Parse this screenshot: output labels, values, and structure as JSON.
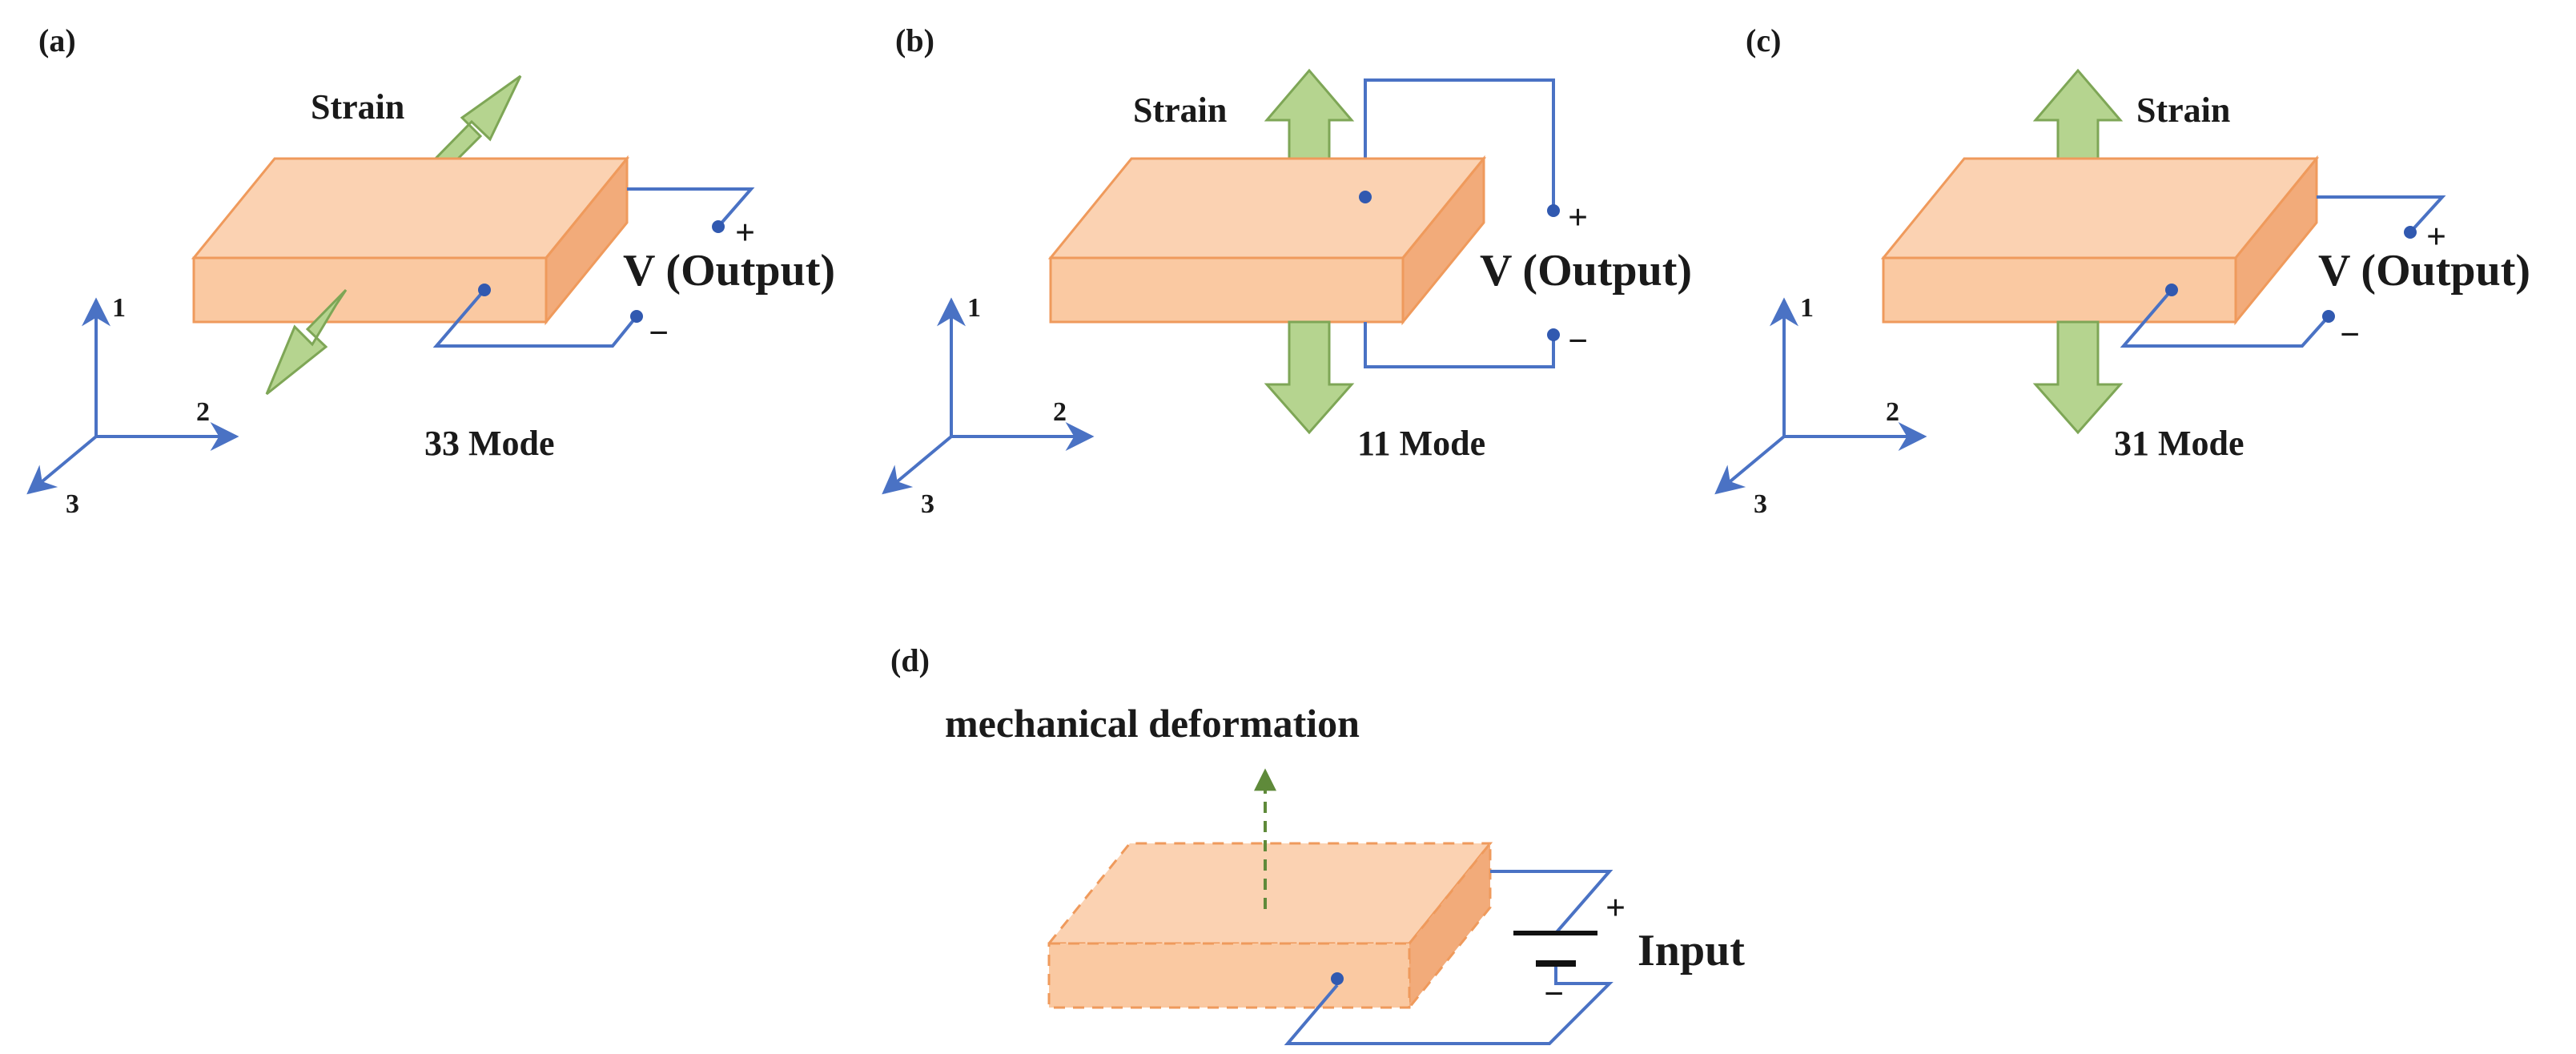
{
  "figure": {
    "colors": {
      "slab_face": "#fac9a2",
      "slab_top": "#fbd2b2",
      "slab_side": "#f2ab7a",
      "slab_edge": "#ef9a5c",
      "wire": "#4a72c4",
      "terminal": "#3159b0",
      "arrow_fill": "#b5d48f",
      "arrow_edge": "#7ea656",
      "deform_arrow": "#5f8a3a",
      "text": "#1a1a1a"
    },
    "panels": [
      {
        "label": "(a)",
        "strain": "Strain",
        "output": "V (Output)",
        "plus": "+",
        "minus": "−",
        "mode": "33 Mode",
        "axes": [
          "1",
          "2",
          "3"
        ]
      },
      {
        "label": "(b)",
        "strain": "Strain",
        "output": "V (Output)",
        "plus": "+",
        "minus": "−",
        "mode": "11 Mode",
        "axes": [
          "1",
          "2",
          "3"
        ]
      },
      {
        "label": "(c)",
        "strain": "Strain",
        "output": "V (Output)",
        "plus": "+",
        "minus": "−",
        "mode": "31 Mode",
        "axes": [
          "1",
          "2",
          "3"
        ]
      },
      {
        "label": "(d)",
        "deformation": "mechanical deformation",
        "input": "Input",
        "plus": "+",
        "minus": "−"
      }
    ]
  }
}
